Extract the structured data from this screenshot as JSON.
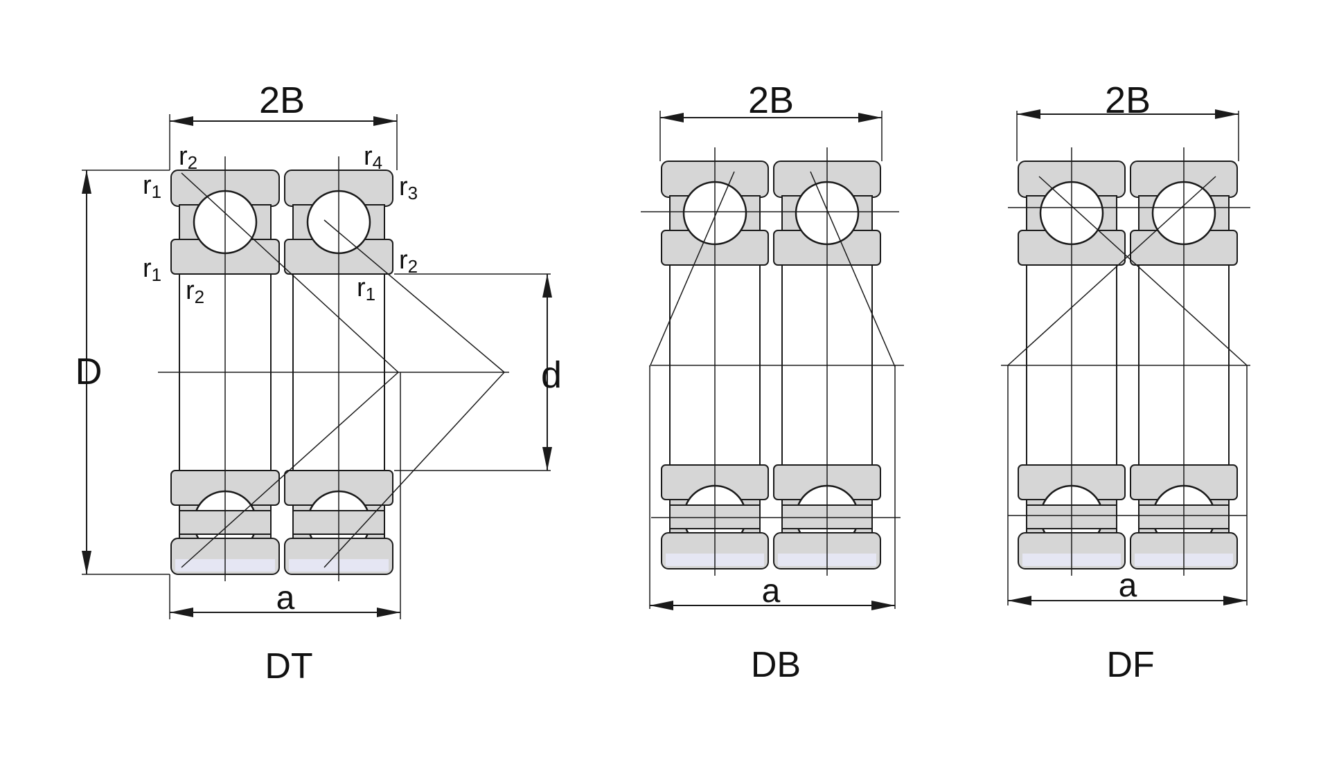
{
  "colors": {
    "line": "#1a1a1a",
    "ring": "#d6d6d6",
    "tint": "#e5e6f3",
    "background": "#ffffff"
  },
  "labels": {
    "width_2B": "2B",
    "outer_D": "D",
    "bore_d": "d",
    "spread_a": "a",
    "r1": "r1",
    "r2": "r2",
    "r3": "r3",
    "r4": "r4"
  },
  "arrangements": [
    {
      "code": "DT"
    },
    {
      "code": "DB"
    },
    {
      "code": "DF"
    }
  ]
}
